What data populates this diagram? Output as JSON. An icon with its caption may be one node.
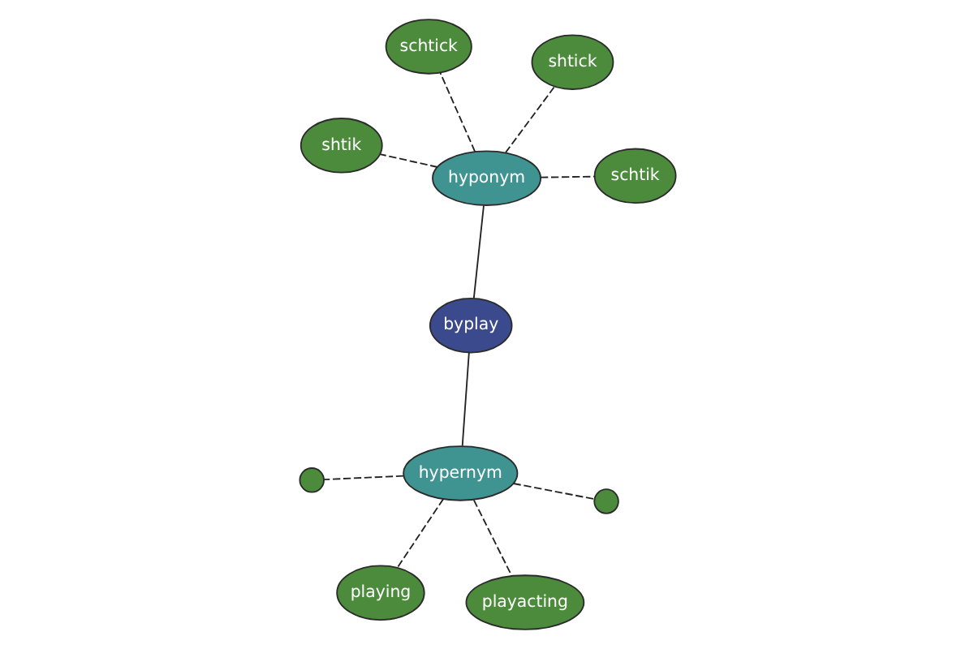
{
  "diagram": {
    "nodes": [
      {
        "text": [],
        "shape": "circle"
      },
      {
        "text": [],
        "shape": "circle"
      },
      {
        "text": [
          "playing"
        ]
      },
      {
        "text": [
          "schtick"
        ]
      },
      {
        "text": [
          "shtick"
        ]
      },
      {
        "text": [
          "shtik"
        ]
      },
      {
        "text": [
          "hypernym"
        ]
      },
      {
        "text": [
          "playacting"
        ]
      },
      {
        "text": [
          "hyponym"
        ]
      },
      {
        "text": [
          "schtik"
        ]
      },
      {
        "text": [
          "byplay"
        ]
      }
    ],
    "edges": [
      {
        "from": 10,
        "to": 6,
        "arrow": "none"
      },
      {
        "from": 10,
        "to": 8,
        "arrow": "none"
      },
      {
        "from": 6,
        "to": 7,
        "arrow": "none",
        "style": "dashed"
      },
      {
        "from": 6,
        "to": 2,
        "arrow": "none",
        "style": "dashed"
      },
      {
        "from": 6,
        "to": 0,
        "arrow": "none",
        "style": "dashed"
      },
      {
        "from": 6,
        "to": 1,
        "arrow": "none",
        "style": "dashed"
      },
      {
        "from": 8,
        "to": 3,
        "arrow": "none",
        "style": "dashed"
      },
      {
        "from": 8,
        "to": 5,
        "arrow": "none",
        "style": "dashed"
      },
      {
        "from": 8,
        "to": 4,
        "arrow": "none",
        "style": "dashed"
      },
      {
        "from": 8,
        "to": 9,
        "arrow": "none",
        "style": "dashed"
      }
    ]
  }
}
